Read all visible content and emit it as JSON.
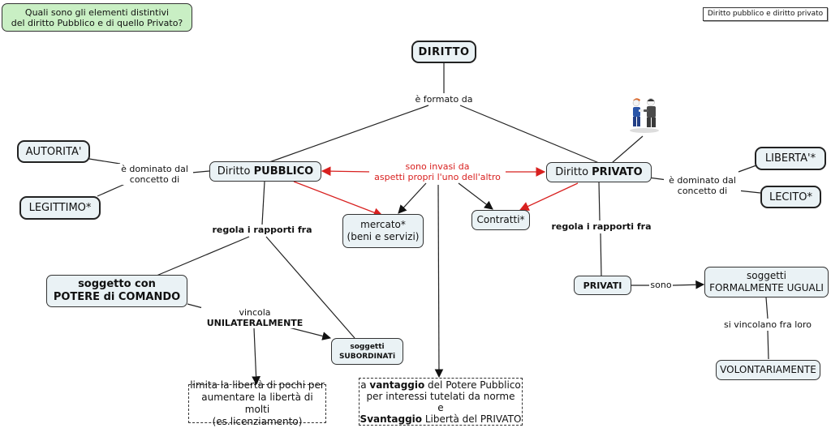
{
  "question": {
    "line1": "Quali sono gli elementi distintivi",
    "line2": "del diritto Pubblico e di quello Privato?"
  },
  "map_title": "Diritto pubblico e diritto privato",
  "colors": {
    "node_fill": "#eaf2f5",
    "question_fill": "#c9efc4",
    "cross_link": "#d8201f",
    "line": "#222222"
  },
  "nodes": {
    "diritto": "DIRITTO",
    "pubblico": {
      "prefix": "Diritto ",
      "bold": "PUBBLICO"
    },
    "privato": {
      "prefix": "Diritto ",
      "bold": "PRIVATO"
    },
    "autorita": "AUTORITA'",
    "legittimo": "LEGITTIMO*",
    "liberta": "LIBERTA'*",
    "lecito": "LECITO*",
    "mercato": {
      "line1": "mercato*",
      "line2": "(beni e servizi)"
    },
    "contratti": "Contratti*",
    "soggetto_comando": {
      "line1": "soggetto con",
      "line2": "POTERE di COMANDO"
    },
    "subordinati": {
      "line1": "soggetti",
      "line2": "SUBORDINATi"
    },
    "privati": "PRIVATI",
    "formalmente_uguali": {
      "line1": "soggetti",
      "line2": "FORMALMENTE UGUALI"
    },
    "volontariamente": "VOLONTARIAMENTE",
    "limita": {
      "line1": "limita la libertà di pochi per",
      "line2": "aumentare la libertà di molti",
      "line3": "(es.licenziamento)"
    },
    "vantaggio": {
      "l1_pre": "a ",
      "l1_bold": "vantaggio",
      "l1_post": " del Potere Pubblico",
      "l2": "per interessi tutelati da norme",
      "l3": "e",
      "l4_bold": "Svantaggio",
      "l4_post": " Libertà del PRIVATO"
    }
  },
  "links": {
    "formato_da": "è formato da",
    "dominato_pub": {
      "line1": "è dominato dal",
      "line2": "concetto di"
    },
    "dominato_priv": {
      "line1": "è dominato dal",
      "line2": "concetto di"
    },
    "invasi": {
      "line1": "sono invasi da",
      "line2": "aspetti propri l'uno dell'altro"
    },
    "regola_pub": "regola i rapporti fra",
    "regola_priv": "regola i rapporti fra",
    "vincola": {
      "line1": "vincola",
      "line2": "UNILATERALMENTE"
    },
    "sono": "sono",
    "si_vincolano": "si vincolano fra loro"
  },
  "icons": {
    "people": "handshake-people-icon"
  }
}
